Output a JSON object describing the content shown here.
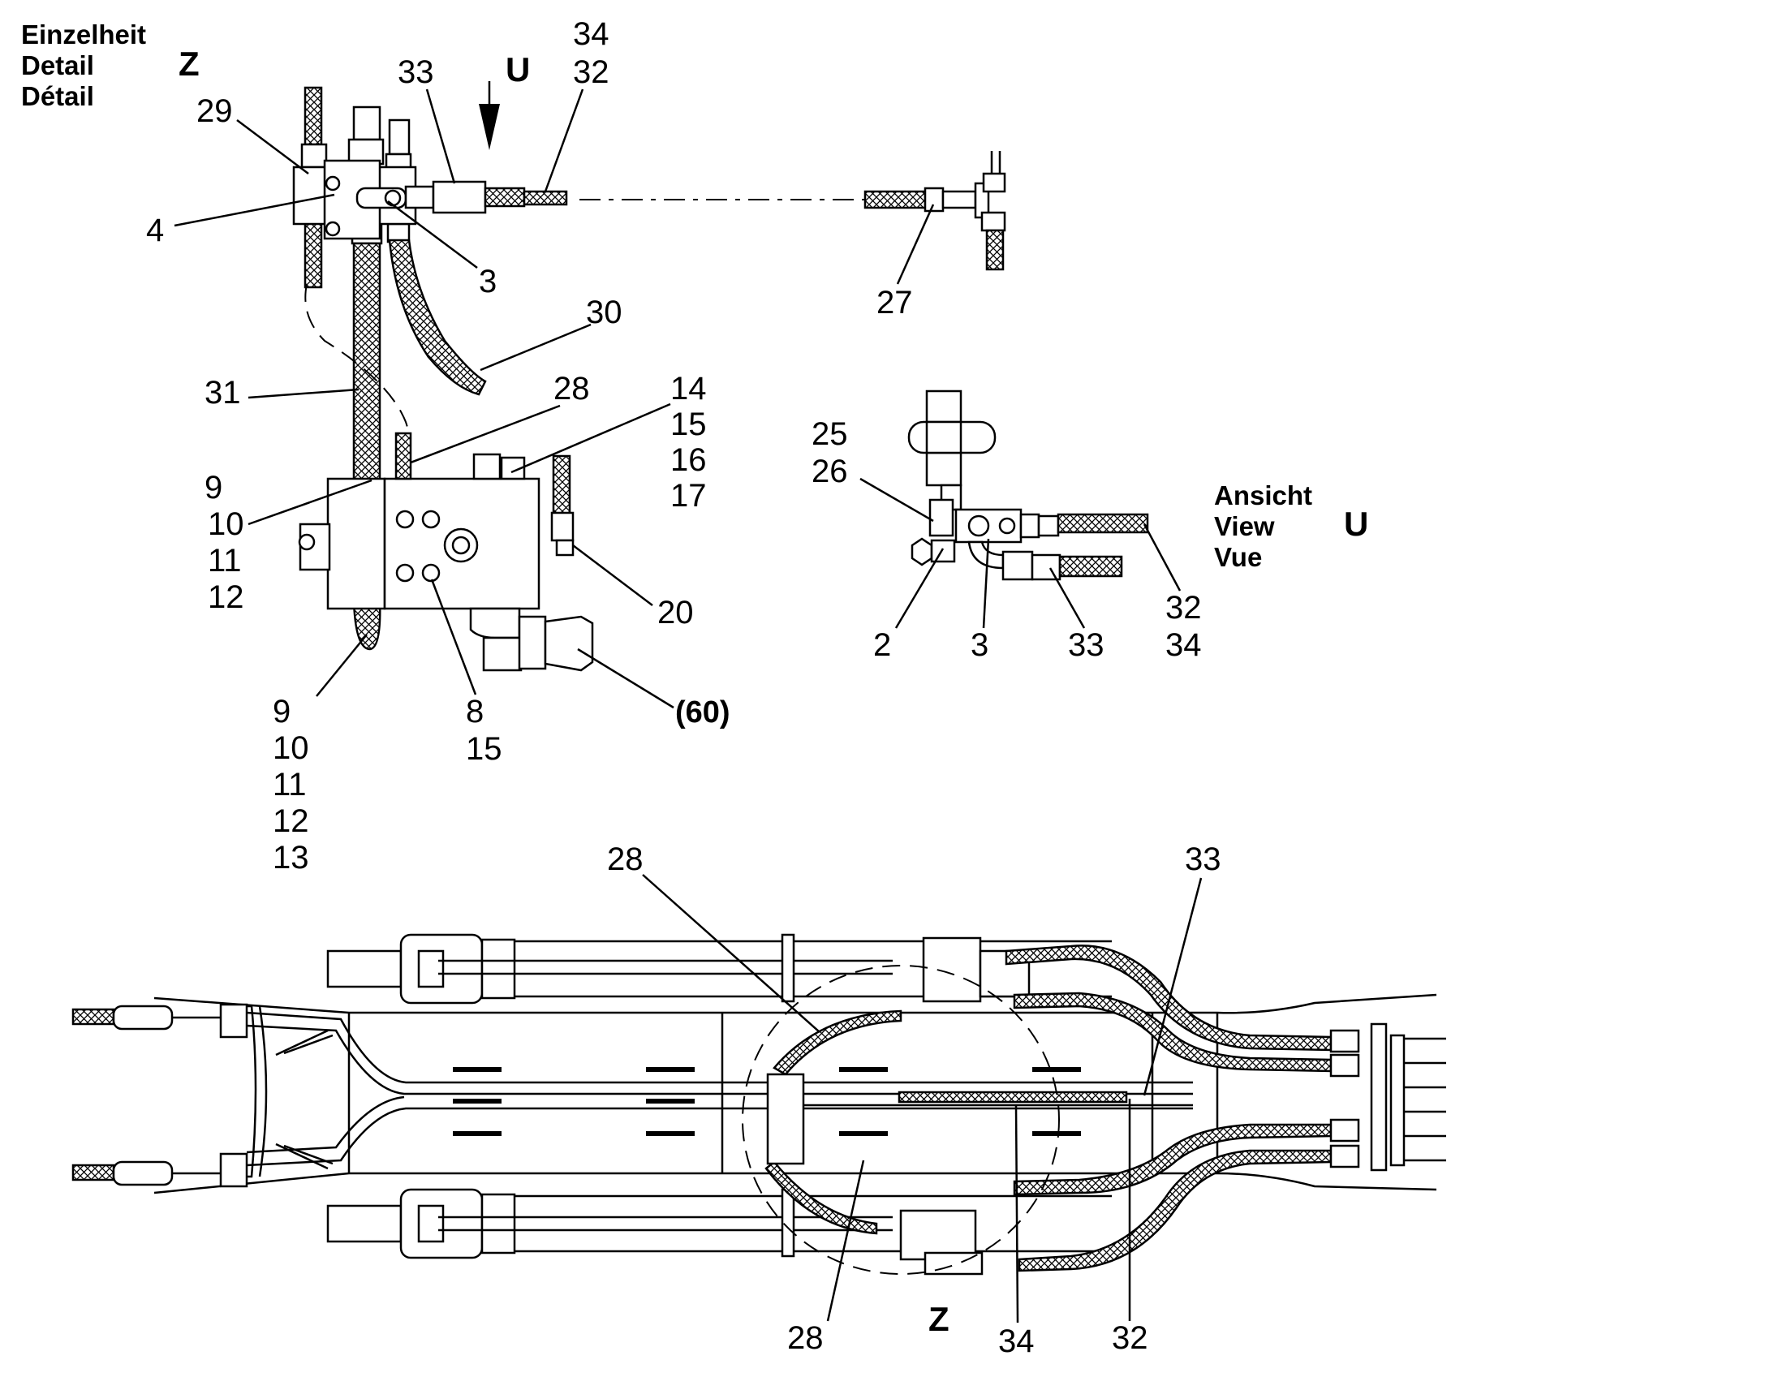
{
  "headings": {
    "detail_z": [
      "Einzelheit",
      "Detail",
      "Détail"
    ],
    "detail_z_letter": "Z",
    "view_u": [
      "Ansicht",
      "View",
      "Vue"
    ],
    "view_u_letter": "U",
    "arrow_u_letter": "U"
  },
  "detail_z_callouts": {
    "c29": "29",
    "c4": "4",
    "c3": "3",
    "c33": "33",
    "c34_32": [
      "34",
      "32"
    ],
    "c27": "27",
    "c30": "30",
    "c31": "31",
    "c28": "28",
    "c14_17": [
      "14",
      "15",
      "16",
      "17"
    ],
    "c9_12": [
      "9",
      "10",
      "11",
      "12"
    ],
    "c20": "20",
    "c8_15": [
      "8",
      "15"
    ],
    "c60": "(60)",
    "c9_13": [
      "9",
      "10",
      "11",
      "12",
      "13"
    ]
  },
  "view_u_callouts": {
    "c25_26": [
      "25",
      "26"
    ],
    "c2": "2",
    "c3": "3",
    "c33": "33",
    "c32_34": [
      "32",
      "34"
    ]
  },
  "assembly_callouts": {
    "top28": "28",
    "top33": "33",
    "bottom28": "28",
    "bottomZ": "Z",
    "bottom34": "34",
    "bottom32": "32"
  }
}
